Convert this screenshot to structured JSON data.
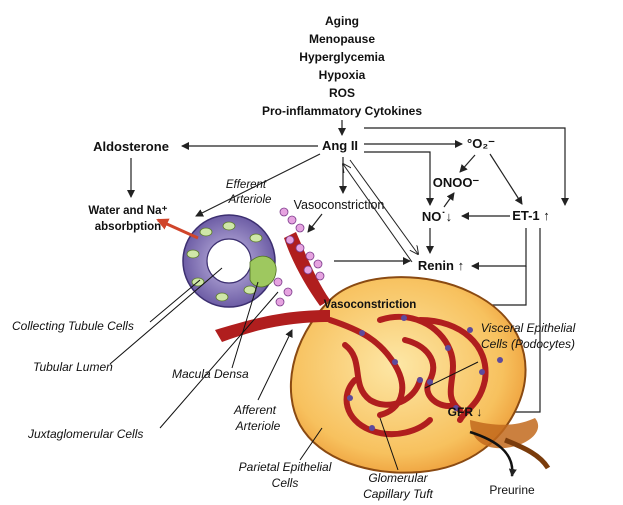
{
  "factors": {
    "aging": "Aging",
    "menopause": "Menopause",
    "hyperglycemia": "Hyperglycemia",
    "hypoxia": "Hypoxia",
    "ros": "ROS",
    "cytokines": "Pro-inflammatory Cytokines"
  },
  "nodes": {
    "ang_ii": "Ang II",
    "aldosterone": "Aldosterone",
    "water_line1": "Water and Na⁺",
    "water_line2": "absorbption",
    "superoxide": "°O₂⁻",
    "onoo": "ONOO⁻",
    "no": "NO˙↓",
    "et1": "ET-1 ↑",
    "renin": "Renin ↑",
    "vasoconstriction_top": "Vasoconstriction",
    "vasoconstriction_kidney": "Vasoconstriction",
    "gfr": "GFR ↓",
    "preurine": "Preurine"
  },
  "labels": {
    "efferent_1": "Efferent",
    "efferent_2": "Arteriole",
    "collecting": "Collecting Tubule Cells",
    "tubular": "Tubular Lumen",
    "macula": "Macula Densa",
    "juxta": "Juxtaglomerular Cells",
    "afferent_1": "Afferent",
    "afferent_2": "Arteriole",
    "parietal_1": "Parietal Epithelial",
    "parietal_2": "Cells",
    "glomerular_1": "Glomerular",
    "glomerular_2": "Capillary Tuft",
    "visceral_1": "Visceral Epithelial",
    "visceral_2": "Cells (Podocytes)"
  },
  "colors": {
    "arrow": "#222222",
    "red_arrow": "#d0452b",
    "capsule": "#f3a23a",
    "capillary": "#b01e1e",
    "tubule": "#6e5aa8"
  }
}
